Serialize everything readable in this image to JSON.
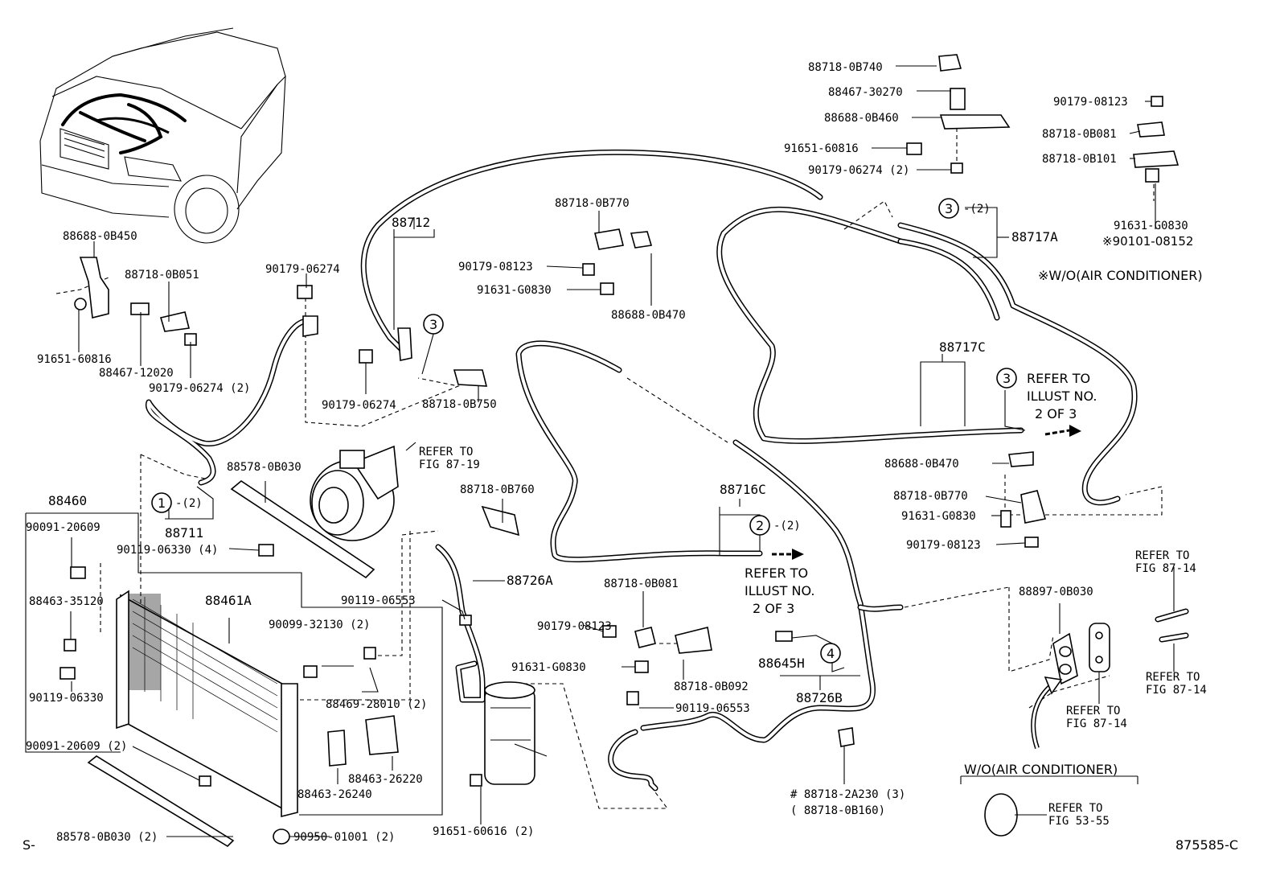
{
  "labels": {
    "p88718_0B740": "88718-0B740",
    "p88467_30270": "88467-30270",
    "p88688_0B460": "88688-0B460",
    "p91651_60816_top": "91651-60816",
    "p90179_06274_2_top": "90179-06274 (2)",
    "p90179_08123_tr": "90179-08123",
    "p88718_0B081_tr": "88718-0B081",
    "p88718_0B101": "88718-0B101",
    "p91631_G0830_tr": "91631-G0830",
    "note_90101_08152": "※90101-08152",
    "note_wo_ac": "※W/O(AIR CONDITIONER)",
    "p88717A": "88717A",
    "p88688_0B450": "88688-0B450",
    "p88718_0B051": "88718-0B051",
    "p91651_60816_left": "91651-60816",
    "p88467_12020": "88467-12020",
    "p90179_06274_2_left": "90179-06274 (2)",
    "p90179_06274_top": "90179-06274",
    "p88712": "88712",
    "p90179_06274_mid": "90179-06274",
    "p88718_0B750": "88718-0B750",
    "p88718_0B770_top": "88718-0B770",
    "p90179_08123_mid": "90179-08123",
    "p91631_G0830_mid": "91631-G0830",
    "p88688_0B470_top": "88688-0B470",
    "p88717C": "88717C",
    "p88688_0B470_right": "88688-0B470",
    "p88718_0B770_right": "88718-0B770",
    "p91631_G0830_right": "91631-G0830",
    "p90179_08123_right": "90179-08123",
    "p88578_0B030": "88578-0B030",
    "refer_fig_87_19_a": "REFER TO",
    "refer_fig_87_19_b": "FIG 87-19",
    "p88460": "88460",
    "p90091_20609": "90091-20609",
    "p88711": "88711",
    "p90119_06330_4": "90119-06330 (4)",
    "p88718_0B760": "88718-0B760",
    "p88716C": "88716C",
    "p88726A": "88726A",
    "p88463_35120": "88463-35120",
    "p88461A": "88461A",
    "p90119_06553_a": "90119-06553",
    "p90099_32130": "90099-32130 (2)",
    "p88718_0B081_mid": "88718-0B081",
    "p90179_08123_low": "90179-08123",
    "p88718_0B092": "88718-0B092",
    "p91631_G0830_low": "91631-G0830",
    "p90119_06553_b": "90119-06553",
    "p88645H": "88645H",
    "p88726B": "88726B",
    "p88897_0B030": "88897-0B030",
    "p90119_06330": "90119-06330",
    "p88469_28010": "88469-28010 (2)",
    "p90091_20609_2": "90091-20609 (2)",
    "p88463_26220": "88463-26220",
    "p88463_26240": "88463-26240",
    "p88718_2A230": "# 88718-2A230 (3)",
    "p88718_0B160": "( 88718-0B160)",
    "p88578_0B030_2": "88578-0B030 (2)",
    "p90950_01001": "90950-01001 (2)",
    "p91651_60616": "91651-60616 (2)",
    "refer_illust_a1": "REFER TO",
    "refer_illust_a2": "ILLUST NO.",
    "refer_illust_a3": "2 OF 3",
    "refer_illust_b1": "REFER TO",
    "refer_illust_b2": "ILLUST NO.",
    "refer_illust_b3": "2 OF 3",
    "refer_fig_87_14_a1": "REFER TO",
    "refer_fig_87_14_a2": "FIG 87-14",
    "refer_fig_87_14_b1": "REFER TO",
    "refer_fig_87_14_b2": "FIG 87-14",
    "refer_fig_87_14_c1": "REFER TO",
    "refer_fig_87_14_c2": "FIG 87-14",
    "wo_ac_box": "W/O(AIR CONDITIONER)",
    "refer_fig_53_55_a": "REFER TO",
    "refer_fig_53_55_b": "FIG 53-55",
    "qty_2_a": "-(2)",
    "qty_2_b": "-(2)",
    "qty_2_c": "-(2)",
    "callout_1": "1",
    "callout_2": "2",
    "callout_3_a": "3",
    "callout_3_b": "3",
    "callout_3_c": "3",
    "callout_4": "4",
    "corner_s": "S-",
    "figure_number": "875585-C"
  }
}
